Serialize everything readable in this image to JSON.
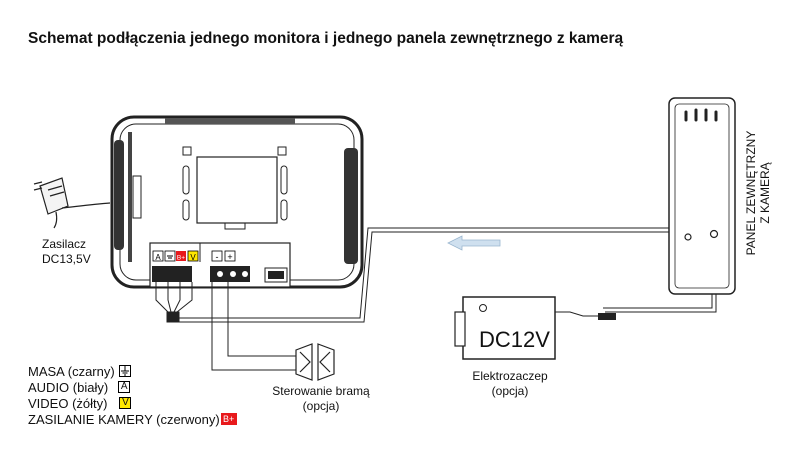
{
  "title": "Schemat podłączenia jednego monitora i jednego panela zewnętrznego z kamerą",
  "labels": {
    "power_supply_line1": "Zasilacz",
    "power_supply_line2": "DC13,5V",
    "gate_control_line1": "Sterowanie bramą",
    "gate_control_line2": "(opcja)",
    "electric_lock_line1": "Elektrozaczep",
    "electric_lock_line2": "(opcja)",
    "dc12v": "DC12V",
    "panel_line1": "PANEL ZEWNĘTRZNY",
    "panel_line2": "Z KAMERĄ"
  },
  "terminals": {
    "a": "A",
    "v": "V",
    "b": "B+",
    "minus": "-",
    "plus": "+"
  },
  "legend": [
    {
      "text": "MASA (czarny)",
      "symbol": "",
      "kind": "ground"
    },
    {
      "text": "AUDIO (biały)",
      "symbol": "A",
      "kind": "audio"
    },
    {
      "text": "VIDEO (żółty)",
      "symbol": "V",
      "kind": "video"
    },
    {
      "text": "ZASILANIE KAMERY (czerwony)",
      "symbol": "B+",
      "kind": "power"
    }
  ],
  "colors": {
    "video": "#ffe800",
    "power": "#e8191c",
    "line": "#222222",
    "arrow": "#cfe0ef"
  }
}
